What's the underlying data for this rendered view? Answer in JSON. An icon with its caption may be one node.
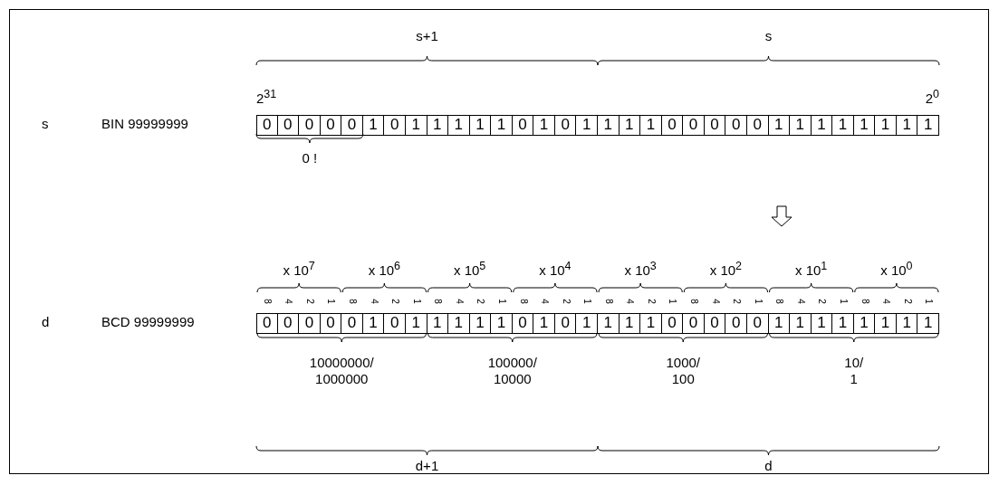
{
  "diagram": {
    "labels": [
      "s+1",
      "s",
      "2$^{31}$",
      "2$^{0}$",
      "s",
      "BIN 99999999",
      "0",
      "0",
      "0",
      "0",
      "0",
      "1",
      "0",
      "1",
      "1",
      "1",
      "1",
      "1",
      "0",
      "1",
      "0",
      "1",
      "1",
      "1",
      "1",
      "0",
      "0",
      "0",
      "0",
      "0",
      "1",
      "1",
      "1",
      "1",
      "1",
      "1",
      "1",
      "1",
      "0 !",
      "x 10$^{7}$",
      "x 10$^{6}$",
      "x 10$^{5}$",
      "x 10$^{4}$",
      "x 10$^{3}$",
      "x 10$^{2}$",
      "x 10$^{1}$",
      "x 10$^{0}$",
      "8",
      "4",
      "2",
      "1",
      "8",
      "4",
      "2",
      "1",
      "8",
      "4",
      "2",
      "1",
      "8",
      "4",
      "2",
      "1",
      "8",
      "4",
      "2",
      "1",
      "8",
      "4",
      "2",
      "1",
      "8",
      "4",
      "2",
      "1",
      "8",
      "4",
      "2",
      "1",
      "d",
      "BCD 99999999",
      "0",
      "0",
      "0",
      "0",
      "0",
      "1",
      "0",
      "1",
      "1",
      "1",
      "1",
      "1",
      "0",
      "1",
      "0",
      "1",
      "1",
      "1",
      "1",
      "0",
      "0",
      "0",
      "0",
      "0",
      "1",
      "1",
      "1",
      "1",
      "1",
      "1",
      "1",
      "1",
      "10000000/ 1000000",
      "100000/ 10000",
      "1000/ 100",
      "10/ 1",
      "d+1",
      "d"
    ]
  }
}
